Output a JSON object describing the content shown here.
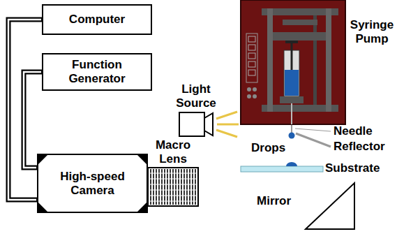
{
  "diagram": {
    "nodes": [
      {
        "text": [
          "Computer"
        ]
      },
      {
        "text": [
          "Function Generator"
        ]
      },
      {
        "text": [
          "High-speed Camera"
        ]
      },
      {
        "text": [
          "Macro Lens"
        ]
      },
      {
        "text": [
          "Light Source"
        ]
      },
      {
        "text": [
          "Syringe Pump"
        ]
      }
    ],
    "edges": [
      {
        "from": 0,
        "to": 2,
        "arrow": "none"
      },
      {
        "from": 1,
        "to": 2,
        "arrow": "none"
      }
    ],
    "labels": [
      "Needle",
      "Drops",
      "Reflector",
      "Substrate",
      "Mirror"
    ]
  }
}
